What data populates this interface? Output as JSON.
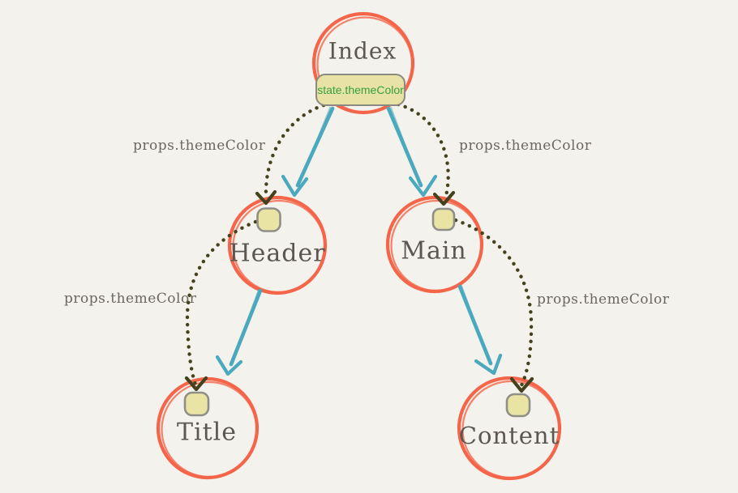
{
  "diagram": {
    "title_hint": "component tree with state passed down as props",
    "nodes": [
      {
        "id": "index",
        "label": "Index"
      },
      {
        "id": "header",
        "label": "Header"
      },
      {
        "id": "main",
        "label": "Main"
      },
      {
        "id": "title",
        "label": "Title"
      },
      {
        "id": "content",
        "label": "Content"
      }
    ],
    "state_badge": {
      "label": "state.themeColor"
    },
    "tree_edges": [
      {
        "from": "Index",
        "to": "Header"
      },
      {
        "from": "Index",
        "to": "Main"
      },
      {
        "from": "Header",
        "to": "Title"
      },
      {
        "from": "Main",
        "to": "Content"
      }
    ],
    "prop_edges": [
      {
        "from": "Index",
        "to": "Header",
        "label": "props.themeColor"
      },
      {
        "from": "Index",
        "to": "Main",
        "label": "props.themeColor"
      },
      {
        "from": "Header",
        "to": "Title",
        "label": "props.themeColor"
      },
      {
        "from": "Main",
        "to": "Content",
        "label": "props.themeColor"
      }
    ],
    "colors": {
      "background": "#f4f2ec",
      "node_stroke": "#f4654a",
      "tree_arrow": "#4aa8bf",
      "prop_arrow": "#45411f",
      "prop_box_fill": "#e9e3a4",
      "prop_box_border": "#8f8f88",
      "badge_fill": "#e8e2a4",
      "badge_border": "#8a8a82",
      "badge_text": "#36a139",
      "node_label_text": "#5b5750",
      "prop_label_text": "#6b675f"
    }
  }
}
